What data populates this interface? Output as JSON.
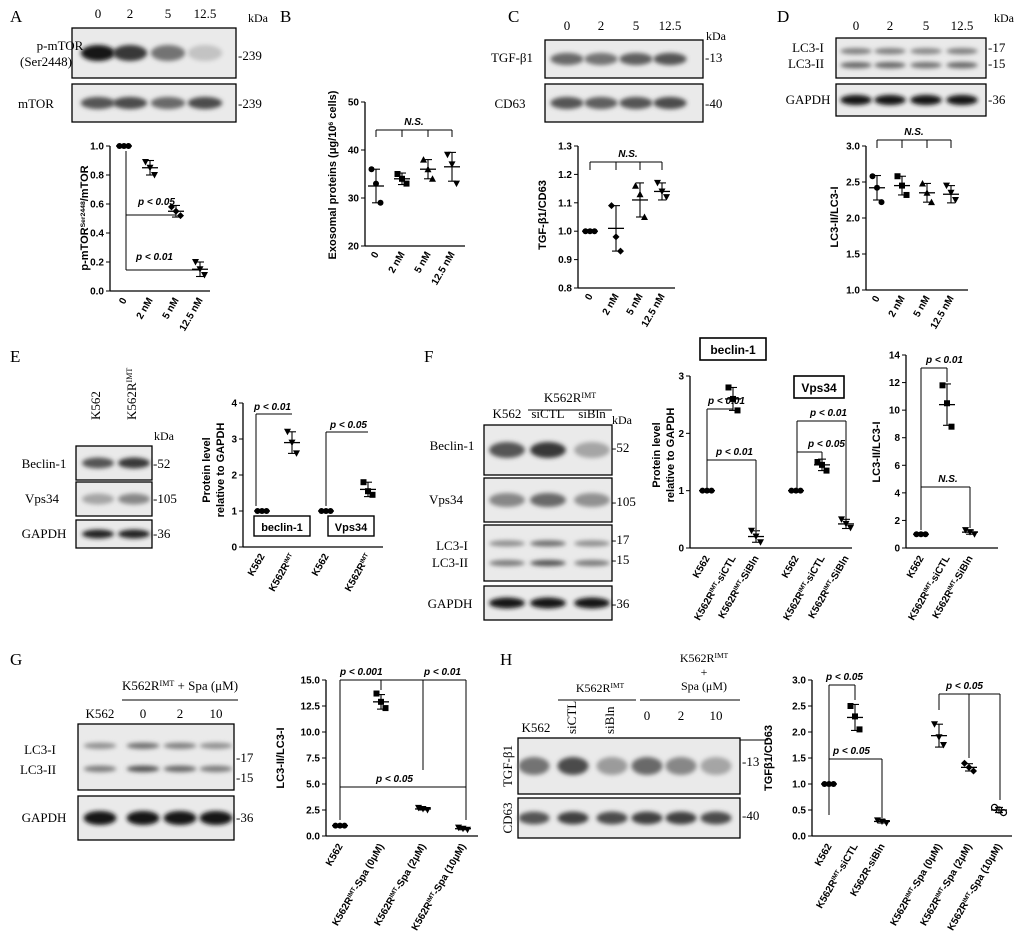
{
  "panels": {
    "A": {
      "letter": "A",
      "lanes": [
        "0",
        "2",
        "5",
        "12.5"
      ],
      "kda": "kDa",
      "blots": [
        {
          "label": [
            "p-mTOR",
            "(Ser2448)"
          ],
          "size": "-239",
          "levels": [
            1.0,
            0.85,
            0.55,
            0.15
          ]
        },
        {
          "label": [
            "mTOR"
          ],
          "size": "-239",
          "levels": [
            0.7,
            0.75,
            0.6,
            0.75
          ]
        }
      ],
      "ylabel": "p-mTOR^Ser2448/mTOR",
      "pvals": [
        "p < 0.05",
        "p < 0.01"
      ]
    },
    "B": {
      "letter": "B",
      "ylabel": "Exosomal proteins (μg/10^6 cells)",
      "pvals": [
        "N.S."
      ]
    },
    "C": {
      "letter": "C",
      "lanes": [
        "0",
        "2",
        "5",
        "12.5"
      ],
      "kda": "kDa",
      "blots": [
        {
          "label": [
            "TGF-β1"
          ],
          "size": "-13",
          "levels": [
            0.6,
            0.55,
            0.65,
            0.7
          ]
        },
        {
          "label": [
            "CD63"
          ],
          "size": "-40",
          "levels": [
            0.7,
            0.65,
            0.7,
            0.75
          ]
        }
      ],
      "ylabel": "TGF-β1/CD63",
      "pvals": [
        "N.S."
      ]
    },
    "D": {
      "letter": "D",
      "lanes": [
        "0",
        "2",
        "5",
        "12.5"
      ],
      "kda": "kDa",
      "blots": [
        {
          "label": [
            "LC3-I",
            "LC3-II"
          ],
          "size": "-17",
          "size2": "-15",
          "levels": [
            0.6,
            0.6,
            0.55,
            0.6
          ]
        },
        {
          "label": [
            "GAPDH"
          ],
          "size": "-36",
          "levels": [
            1.0,
            1.0,
            1.0,
            1.0
          ]
        }
      ],
      "ylabel": "LC3-II/LC3-I",
      "pvals": [
        "N.S."
      ]
    },
    "E": {
      "letter": "E",
      "lanes": [
        "K562",
        "K562R^IMT"
      ],
      "kda": "kDa",
      "blots": [
        {
          "label": [
            "Beclin-1"
          ],
          "size": "-52",
          "levels": [
            0.7,
            0.85
          ]
        },
        {
          "label": [
            "Vps34"
          ],
          "size": "-105",
          "levels": [
            0.3,
            0.45
          ]
        },
        {
          "label": [
            "GAPDH"
          ],
          "size": "-36",
          "levels": [
            0.95,
            0.95
          ]
        }
      ],
      "ylabel": [
        "Protein level",
        "relative to GAPDH"
      ],
      "boxes": [
        "beclin-1",
        "Vps34"
      ],
      "pvals": [
        "p < 0.01",
        "p < 0.05"
      ]
    },
    "F": {
      "letter": "F",
      "group": "K562R^IMT",
      "lanes": [
        "K562",
        "siCTL",
        "siBln"
      ],
      "kda": "kDa",
      "blots": [
        {
          "label": [
            "Beclin-1"
          ],
          "size": "-52",
          "levels": [
            0.7,
            0.85,
            0.3
          ]
        },
        {
          "label": [
            "Vps34"
          ],
          "size": "-105",
          "levels": [
            0.45,
            0.6,
            0.4
          ]
        },
        {
          "label": [
            "LC3-I",
            "LC3-II"
          ],
          "size": "-17",
          "size2": "-15",
          "levels": [
            0.5,
            0.7,
            0.5
          ]
        },
        {
          "label": [
            "GAPDH"
          ],
          "size": "-36",
          "levels": [
            1.0,
            1.0,
            1.0
          ]
        }
      ],
      "ylabel": [
        "Protein level",
        "relative to GAPDH"
      ],
      "boxes": [
        "beclin-1",
        "Vps34"
      ],
      "pvals": [
        "p < 0.01",
        "p < 0.01",
        "p < 0.01",
        "p < 0.05"
      ],
      "ylabel2": "LC3-II/LC3-I",
      "pvals2": [
        "p < 0.01",
        "N.S."
      ]
    },
    "G": {
      "letter": "G",
      "group": "K562R^IMT + Spa (μM)",
      "lanes": [
        "K562",
        "0",
        "2",
        "10"
      ],
      "kda": "kDa",
      "blots": [
        {
          "label": [
            "LC3-I",
            "LC3-II"
          ],
          "size": "-17",
          "size2": "-15",
          "levels": [
            0.5,
            0.7,
            0.6,
            0.5
          ]
        },
        {
          "label": [
            "GAPDH"
          ],
          "size": "-36",
          "levels": [
            1.0,
            1.0,
            1.0,
            1.0
          ]
        }
      ],
      "ylabel": "LC3-II/LC3-I",
      "pvals": [
        "p < 0.001",
        "p < 0.01",
        "p < 0.05"
      ]
    },
    "H": {
      "letter": "H",
      "group1": "K562R^IMT",
      "group2": [
        "K562R^IMT",
        "+",
        "Spa (μM)"
      ],
      "lanes": [
        "K562",
        "siCTL",
        "siBln",
        "0",
        "2",
        "10"
      ],
      "blots": [
        {
          "label": [
            "TGF-β1"
          ],
          "size": "-13",
          "levels": [
            0.55,
            0.75,
            0.35,
            0.6,
            0.45,
            0.3
          ]
        },
        {
          "label": [
            "CD63"
          ],
          "size": "-40",
          "levels": [
            0.7,
            0.8,
            0.75,
            0.8,
            0.8,
            0.75
          ]
        }
      ],
      "ylabel": "TGFβ1/CD63",
      "pvals": [
        "p < 0.05",
        "p < 0.05",
        "p < 0.05"
      ]
    }
  },
  "chart_data": [
    {
      "panel": "A",
      "type": "scatter",
      "categories": [
        "0",
        "2 nM",
        "5 nM",
        "12.5 nM"
      ],
      "values": [
        [
          1.0,
          1.0,
          1.0
        ],
        [
          0.89,
          0.85,
          0.8
        ],
        [
          0.58,
          0.55,
          0.52
        ],
        [
          0.2,
          0.15,
          0.11
        ]
      ],
      "means": [
        1.0,
        0.85,
        0.55,
        0.15
      ],
      "sd": [
        0,
        0.05,
        0.04,
        0.05
      ],
      "yticks": [
        "0.0",
        "0.2",
        "0.4",
        "0.6",
        "0.8",
        "1.0"
      ],
      "ylim": [
        0,
        1.0
      ],
      "ylabel": "p-mTOR^Ser2448/mTOR",
      "annotations": [
        "p < 0.05",
        "p < 0.01"
      ]
    },
    {
      "panel": "B",
      "type": "scatter",
      "categories": [
        "0",
        "2 nM",
        "5 nM",
        "12.5 nM"
      ],
      "values": [
        [
          36,
          33,
          29
        ],
        [
          35,
          34,
          33
        ],
        [
          38,
          36,
          34
        ],
        [
          39,
          37,
          33
        ]
      ],
      "means": [
        32.5,
        34,
        36,
        36.5
      ],
      "sd": [
        3.5,
        1.2,
        2,
        3
      ],
      "yticks": [
        "20",
        "30",
        "40",
        "50"
      ],
      "ylim": [
        20,
        50
      ],
      "ylabel": "Exosomal proteins (μg/10^6 cells)",
      "annotations": [
        "N.S."
      ]
    },
    {
      "panel": "C",
      "type": "scatter",
      "categories": [
        "0",
        "2 nM",
        "5 nM",
        "12.5 nM"
      ],
      "values": [
        [
          1.0,
          1.0,
          1.0
        ],
        [
          1.09,
          0.98,
          0.93
        ],
        [
          1.16,
          1.13,
          1.05
        ],
        [
          1.17,
          1.14,
          1.12
        ]
      ],
      "means": [
        1.0,
        1.01,
        1.11,
        1.14
      ],
      "sd": [
        0,
        0.08,
        0.06,
        0.03
      ],
      "yticks": [
        "0.8",
        "0.9",
        "1.0",
        "1.1",
        "1.2",
        "1.3"
      ],
      "ylim": [
        0.8,
        1.3
      ],
      "ylabel": "TGF-β1/CD63",
      "annotations": [
        "N.S."
      ]
    },
    {
      "panel": "D",
      "type": "scatter",
      "categories": [
        "0",
        "2 nM",
        "5 nM",
        "12.5 nM"
      ],
      "values": [
        [
          2.58,
          2.42,
          2.22
        ],
        [
          2.58,
          2.45,
          2.32
        ],
        [
          2.48,
          2.35,
          2.22
        ],
        [
          2.45,
          2.35,
          2.25
        ]
      ],
      "means": [
        2.42,
        2.45,
        2.35,
        2.33
      ],
      "sd": [
        0.17,
        0.13,
        0.13,
        0.12
      ],
      "yticks": [
        "1.0",
        "1.5",
        "2.0",
        "2.5",
        "3.0"
      ],
      "ylim": [
        1.0,
        3.0
      ],
      "ylabel": "LC3-II/LC3-I",
      "annotations": [
        "N.S."
      ]
    },
    {
      "panel": "E",
      "type": "scatter",
      "categories": [
        "K562",
        "K562R^IMT",
        "K562",
        "K562R^IMT"
      ],
      "groups": [
        "beclin-1",
        "Vps34"
      ],
      "values": [
        [
          1,
          1,
          1
        ],
        [
          3.2,
          2.9,
          2.6
        ],
        [
          1,
          1,
          1
        ],
        [
          1.8,
          1.55,
          1.45
        ]
      ],
      "means": [
        1,
        2.9,
        1,
        1.6
      ],
      "sd": [
        0,
        0.3,
        0,
        0.2
      ],
      "yticks": [
        "0",
        "1",
        "2",
        "3",
        "4"
      ],
      "ylim": [
        0,
        4
      ],
      "ylabel": "Protein level relative to GAPDH",
      "annotations": [
        "p < 0.01",
        "p < 0.05"
      ]
    },
    {
      "panel": "F-left",
      "type": "scatter",
      "categories": [
        "K562",
        "K562R^IMT-siCTL",
        "K562R^IMT-SiBln",
        "K562",
        "K562R^IMT-siCTL",
        "K562R^IMT-SiBln"
      ],
      "groups": [
        "beclin-1",
        "Vps34"
      ],
      "values": [
        [
          1,
          1,
          1
        ],
        [
          2.8,
          2.6,
          2.4
        ],
        [
          0.3,
          0.2,
          0.1
        ],
        [
          1,
          1,
          1
        ],
        [
          1.5,
          1.45,
          1.35
        ],
        [
          0.5,
          0.42,
          0.35
        ]
      ],
      "means": [
        1,
        2.6,
        0.2,
        1,
        1.45,
        0.42
      ],
      "sd": [
        0,
        0.2,
        0.1,
        0,
        0.1,
        0.08
      ],
      "yticks": [
        "0",
        "1",
        "2",
        "3"
      ],
      "ylim": [
        0,
        3
      ],
      "ylabel": "Protein level relative to GAPDH",
      "annotations": [
        "p < 0.01",
        "p < 0.01",
        "p < 0.01",
        "p < 0.05"
      ]
    },
    {
      "panel": "F-right",
      "type": "scatter",
      "categories": [
        "K562",
        "K562R^IMT-siCTL",
        "K562R^IMT-SiBln"
      ],
      "values": [
        [
          1,
          1,
          1
        ],
        [
          11.8,
          10.5,
          8.8
        ],
        [
          1.3,
          1.15,
          1.0
        ]
      ],
      "means": [
        1,
        10.4,
        1.15
      ],
      "sd": [
        0,
        1.5,
        0.15
      ],
      "yticks": [
        "0",
        "2",
        "4",
        "6",
        "8",
        "10",
        "12",
        "14"
      ],
      "ylim": [
        0,
        14
      ],
      "ylabel": "LC3-II/LC3-I",
      "annotations": [
        "p < 0.01",
        "N.S."
      ]
    },
    {
      "panel": "G",
      "type": "scatter",
      "categories": [
        "K562",
        "K562R^IMT-Spa (0μM)",
        "K562R^IMT-Spa (2μM)",
        "K562R^IMT-Spa (10μM)"
      ],
      "values": [
        [
          1,
          1,
          1
        ],
        [
          13.7,
          12.9,
          12.3
        ],
        [
          2.7,
          2.6,
          2.5
        ],
        [
          0.8,
          0.7,
          0.6
        ]
      ],
      "means": [
        1,
        12.9,
        2.6,
        0.7
      ],
      "sd": [
        0,
        0.7,
        0.1,
        0.1
      ],
      "yticks": [
        "0.0",
        "2.5",
        "5.0",
        "7.5",
        "10.0",
        "12.5",
        "15.0"
      ],
      "ylim": [
        0,
        15
      ],
      "ylabel": "LC3-II/LC3-I",
      "annotations": [
        "p < 0.001",
        "p < 0.01",
        "p < 0.05"
      ]
    },
    {
      "panel": "H",
      "type": "scatter",
      "categories": [
        "K562",
        "K562R^IMT-siCTL",
        "K562R-siBln",
        "K562R^IMT-Spa (0μM)",
        "K562R^IMT-Spa (2μM)",
        "K562R^IMT-Spa (10μM)"
      ],
      "values": [
        [
          1,
          1,
          1
        ],
        [
          2.5,
          2.3,
          2.05
        ],
        [
          0.3,
          0.28,
          0.25
        ],
        [
          2.15,
          1.9,
          1.75
        ],
        [
          1.4,
          1.32,
          1.25
        ],
        [
          0.55,
          0.5,
          0.45
        ]
      ],
      "means": [
        1,
        2.28,
        0.28,
        1.93,
        1.32,
        0.5
      ],
      "sd": [
        0,
        0.25,
        0.03,
        0.22,
        0.07,
        0.05
      ],
      "yticks": [
        "0.0",
        "0.5",
        "1.0",
        "1.5",
        "2.0",
        "2.5",
        "3.0"
      ],
      "ylim": [
        0,
        3
      ],
      "ylabel": "TGFβ1/CD63",
      "annotations": [
        "p < 0.05",
        "p < 0.05",
        "p < 0.05"
      ]
    }
  ]
}
